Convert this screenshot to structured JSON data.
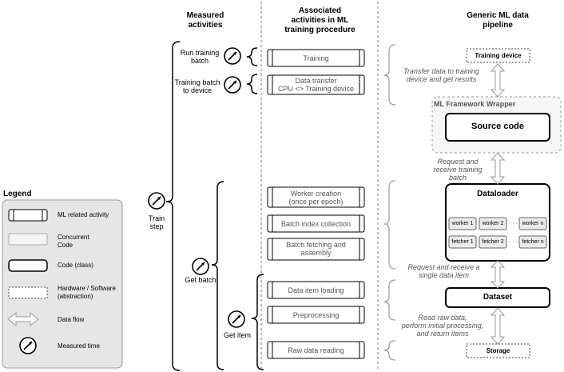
{
  "headers": {
    "measured": [
      "Measured",
      "activities"
    ],
    "associated": [
      "Associated",
      "activities in ML",
      "training procedure"
    ],
    "generic": [
      "Generic ML data",
      "pipeline"
    ]
  },
  "legend": {
    "title": "Legend",
    "items": [
      "ML related activity",
      "Concurrent",
      "Code",
      "Code (class)",
      "Hardware / Software",
      "(abstraction)",
      "Data flow",
      "Measured time"
    ]
  },
  "measured": {
    "run_training": [
      "Run training",
      "batch"
    ],
    "batch_to_device": [
      "Training batch",
      "to device"
    ],
    "train_step": [
      "Train",
      "step"
    ],
    "get_batch": "Get batch",
    "get_item": "Get item"
  },
  "activities": {
    "training": "Training",
    "data_transfer": [
      "Data transfer",
      "CPU <> Training device"
    ],
    "worker_creation": [
      "Worker creation",
      "(once per epoch)"
    ],
    "batch_index": "Batch index collection",
    "batch_fetching": [
      "Batch fetching and",
      "assembly"
    ],
    "data_item_loading": "Data item loading",
    "preprocessing": "Preprocessing",
    "raw_data_reading": "Raw data reading"
  },
  "pipeline": {
    "training_device": "Training device",
    "transfer_note": [
      "Transfer data to training",
      "device and get results"
    ],
    "wrapper": "ML Framework Wrapper",
    "source_code": "Source code",
    "request_batch": [
      "Request and",
      "receive training",
      "batch"
    ],
    "dataloader": "Dataloader",
    "workers": [
      "worker 1",
      "worker 2",
      "worker n"
    ],
    "fetchers": [
      "fetcher 1",
      "fetcher 2",
      "fetcher n"
    ],
    "dots": "· · ·",
    "request_item": [
      "Request and receive a",
      "single data item"
    ],
    "dataset": "Dataset",
    "read_raw": [
      "Read raw data,",
      "perform initial processing,",
      "and return items"
    ],
    "storage": "Storage"
  }
}
